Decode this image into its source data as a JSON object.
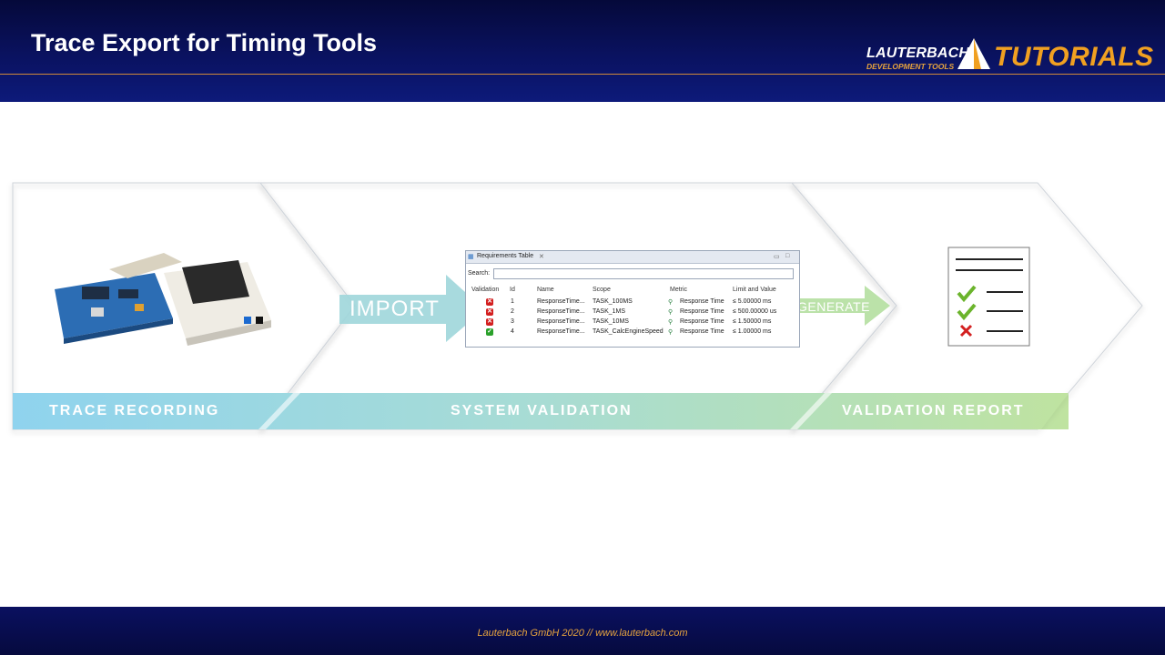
{
  "header": {
    "title": "Trace Export for Timing Tools"
  },
  "logo": {
    "company": "LAUTERBACH",
    "tagline": "DEVELOPMENT TOOLS",
    "product": "TUTORIALS"
  },
  "stages": [
    {
      "label": "TRACE RECORDING"
    },
    {
      "label": "SYSTEM VALIDATION"
    },
    {
      "label": "VALIDATION REPORT"
    }
  ],
  "arrows": {
    "import": "IMPORT",
    "generate": "GENERATE"
  },
  "requirements_table": {
    "tab_title": "Requirements Table",
    "search_label": "Search:",
    "columns": [
      "Validation",
      "Id",
      "Name",
      "Scope",
      "Metric",
      "Limit and Value"
    ],
    "rows": [
      {
        "status": "fail",
        "id": "1",
        "name": "ResponseTime...",
        "scope": "TASK_100MS",
        "metric": "Response Time",
        "limit": "≤ 5.00000 ms"
      },
      {
        "status": "fail",
        "id": "2",
        "name": "ResponseTime...",
        "scope": "TASK_1MS",
        "metric": "Response Time",
        "limit": "≤ 500.00000 us"
      },
      {
        "status": "fail",
        "id": "3",
        "name": "ResponseTime...",
        "scope": "TASK_10MS",
        "metric": "Response Time",
        "limit": "≤ 1.50000 ms"
      },
      {
        "status": "pass",
        "id": "4",
        "name": "ResponseTime...",
        "scope": "TASK_CalcEngineSpeed",
        "metric": "Response Time",
        "limit": "≤ 1.00000 ms"
      }
    ]
  },
  "footer": {
    "text": "Lauterbach GmbH 2020  // www.lauterbach.com"
  },
  "colors": {
    "header_bg": "#0a1260",
    "accent": "#f0a021",
    "fail": "#d32020",
    "pass": "#2aa02a",
    "band_start": "#8fd0ea",
    "band_end": "#b6e0a0"
  }
}
